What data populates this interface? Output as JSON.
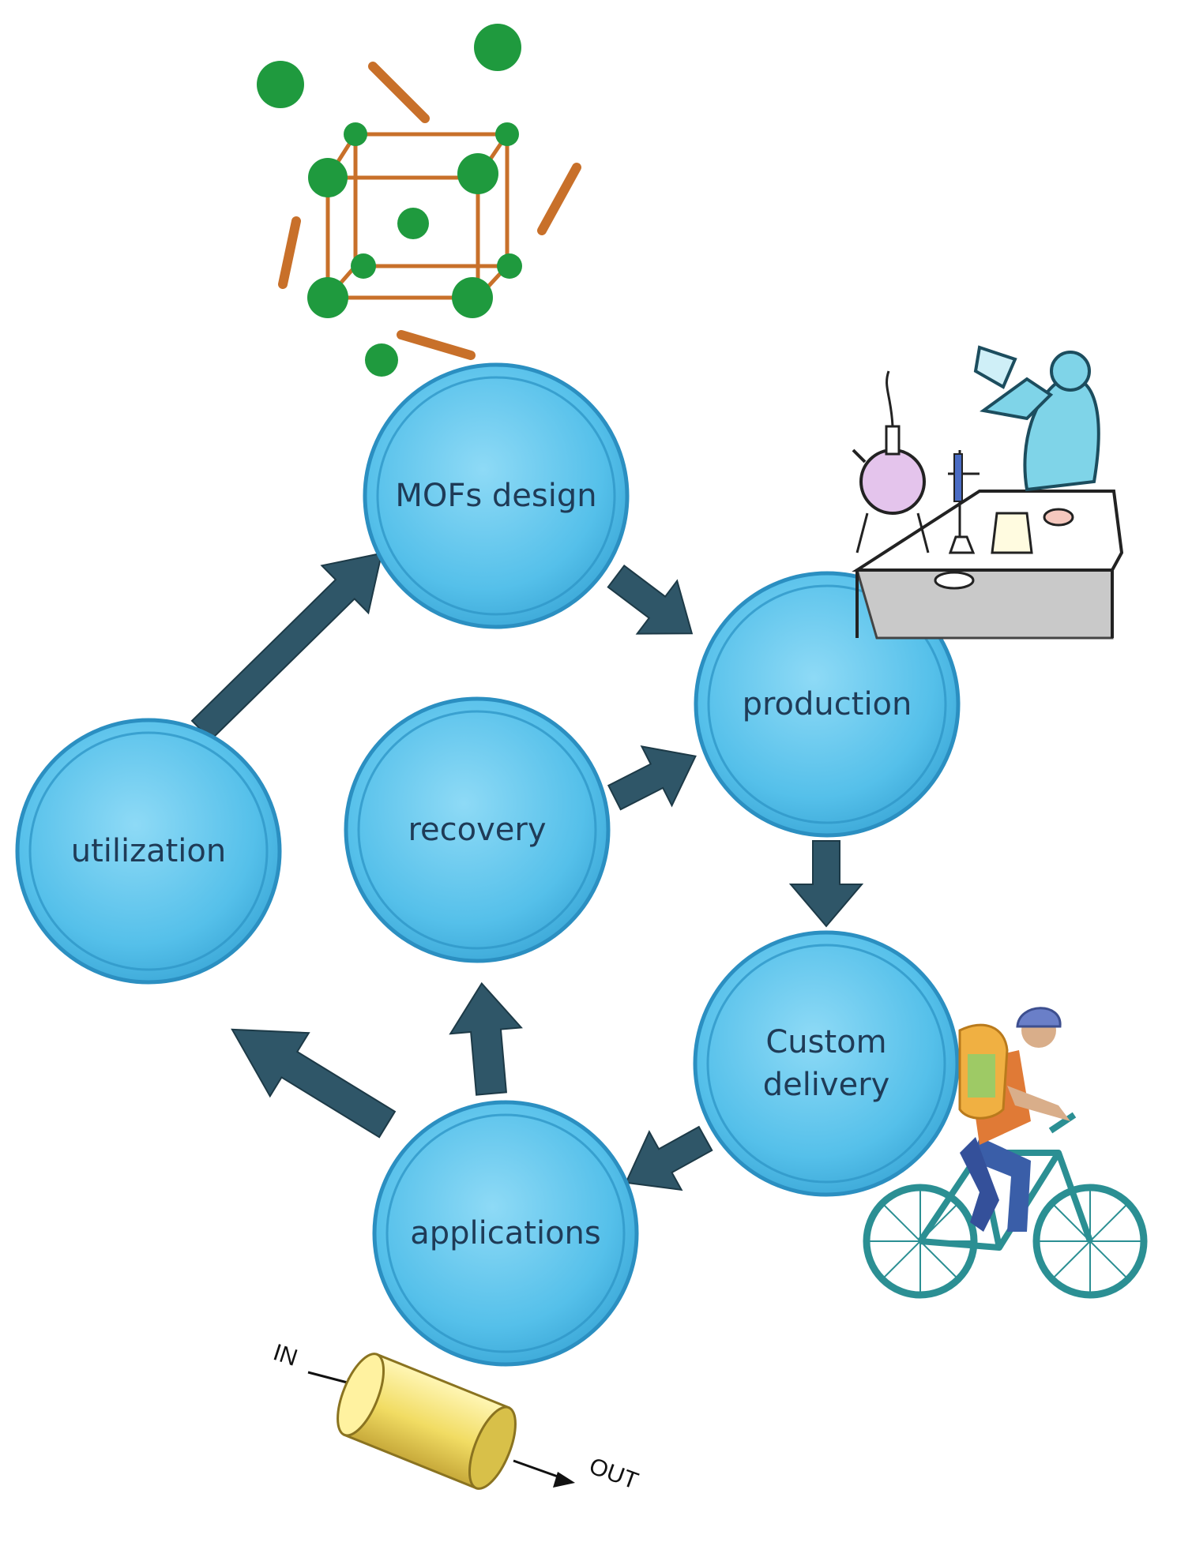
{
  "nodes": [
    {
      "id": "mofs-design",
      "label": "MOFs design"
    },
    {
      "id": "production",
      "label": "production"
    },
    {
      "id": "custom-delivery",
      "label": "Custom delivery"
    },
    {
      "id": "applications",
      "label": "applications"
    },
    {
      "id": "recovery",
      "label": "recovery"
    },
    {
      "id": "utilization",
      "label": "utilization"
    }
  ],
  "edges": [
    {
      "from": "mofs-design",
      "to": "production"
    },
    {
      "from": "production",
      "to": "custom-delivery"
    },
    {
      "from": "custom-delivery",
      "to": "applications"
    },
    {
      "from": "applications",
      "to": "utilization"
    },
    {
      "from": "applications",
      "to": "recovery"
    },
    {
      "from": "recovery",
      "to": "production"
    },
    {
      "from": "utilization",
      "to": "mofs-design"
    }
  ],
  "reactor": {
    "in_label": "IN",
    "out_label": "OUT"
  },
  "colors": {
    "node_fill": "#5fc6ec",
    "node_rim": "#2d94c6",
    "arrow": "#2f5668",
    "node_text": "#1f3b57",
    "mof_node": "#1f9a3e",
    "mof_linker": "#c8702a",
    "reactor_body": "#f3df6a"
  },
  "icons": [
    "mof-crystal-icon",
    "lab-scientist-icon",
    "cyclist-courier-icon",
    "reactor-cylinder-icon"
  ]
}
